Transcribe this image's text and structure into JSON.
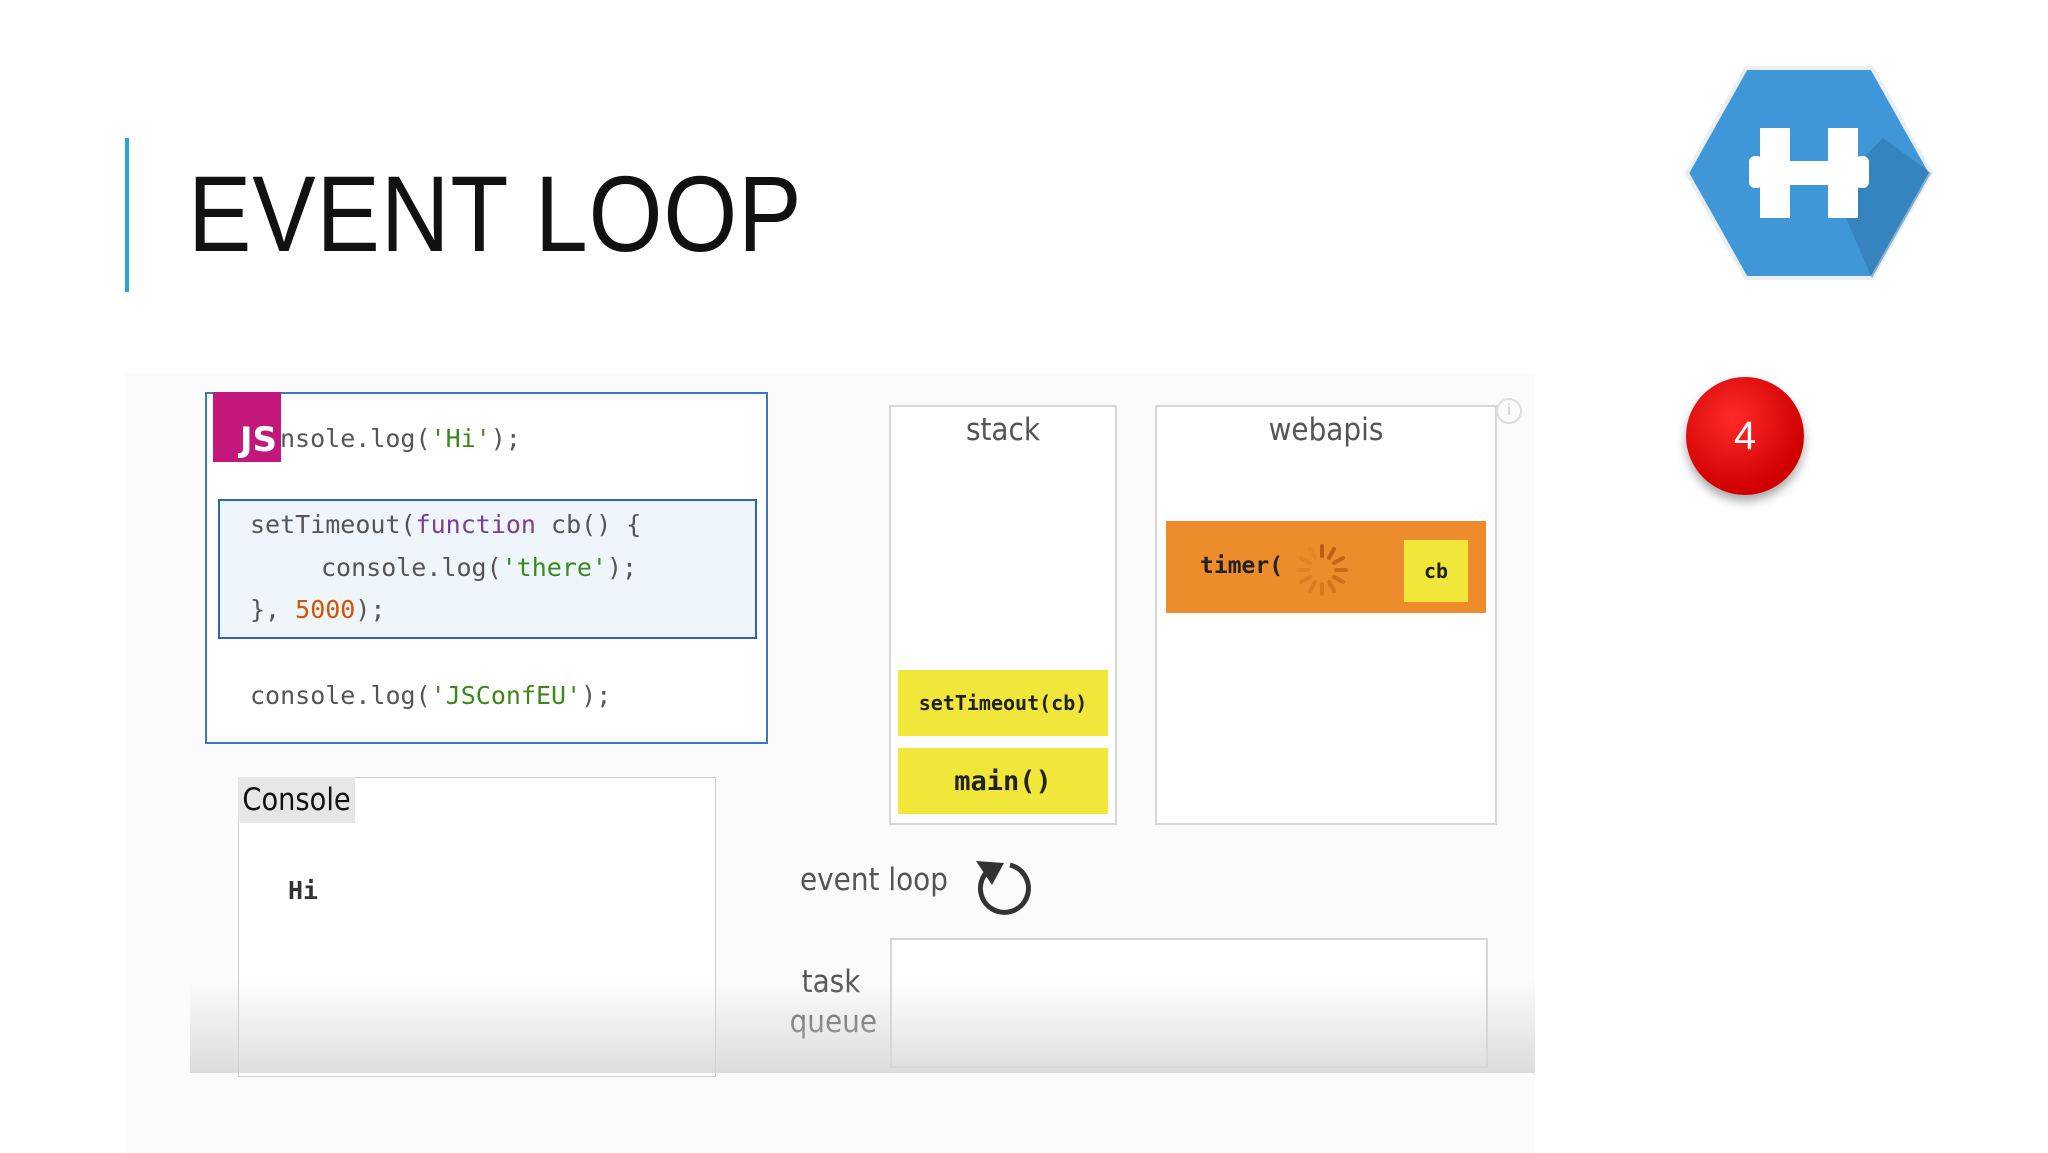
{
  "slide": {
    "title": "EVENT LOOP",
    "badge_count": "4"
  },
  "logo": {
    "letter": "H",
    "icon": "hexagon-h-logo"
  },
  "code": {
    "js_badge": "JS",
    "line1_prefix": "nsole.log(",
    "line1_string": "'Hi'",
    "line1_suffix": ");",
    "block_l1_a": "setTimeout(",
    "block_l1_kw": "function",
    "block_l1_b": " cb() {",
    "block_l2_a": "console.log(",
    "block_l2_str": "'there'",
    "block_l2_b": ");",
    "block_l3_a": "}, ",
    "block_l3_num": "5000",
    "block_l3_b": ");",
    "line_last_prefix": "console.log(",
    "line_last_string": "'JSConfEU'",
    "line_last_suffix": ");"
  },
  "console": {
    "title": "Console",
    "output": "Hi"
  },
  "stack": {
    "label": "stack",
    "frames": [
      "setTimeout(cb)",
      "main()"
    ]
  },
  "webapis": {
    "label": "webapis",
    "timer_text": "timer(",
    "callback": "cb"
  },
  "event_loop": {
    "label": "event loop"
  },
  "task_queue": {
    "label": "task queue"
  },
  "colors": {
    "accent": "#2aa3d8",
    "js_magenta": "#c4177b",
    "frame_yellow": "#f1e63a",
    "timer_orange": "#ee8c2c",
    "badge_red": "#e00000"
  }
}
